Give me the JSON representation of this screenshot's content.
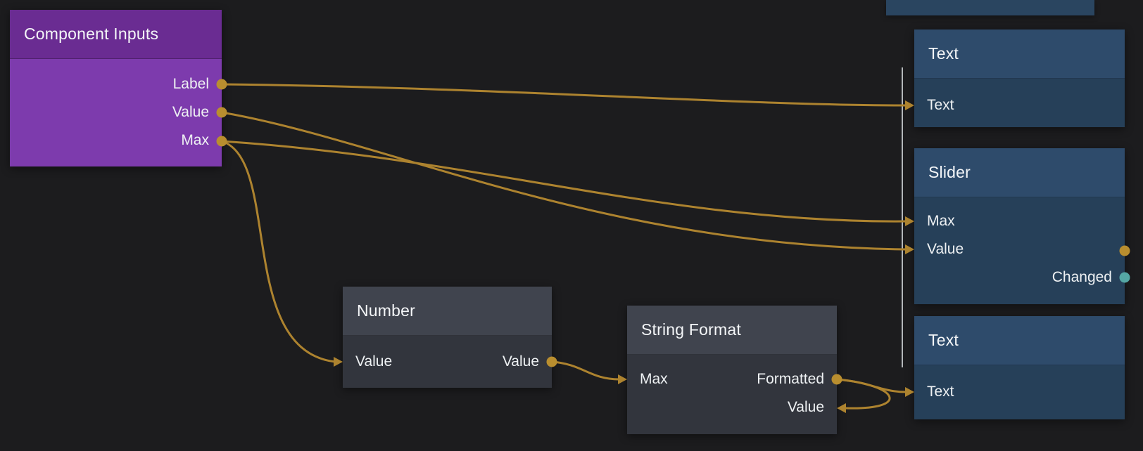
{
  "colors": {
    "background": "#1c1c1e",
    "wire": "#ad832f",
    "port_output": "#b98e2f",
    "port_changed": "#55a7a4",
    "node_purple_header": "#6a2c92",
    "node_purple_body": "#7d3bad",
    "node_gray_header": "#40444e",
    "node_gray_body": "#32353d",
    "node_blue_header": "#2e4b6b",
    "node_blue_body": "#264059"
  },
  "nodes": {
    "component_inputs": {
      "title": "Component Inputs",
      "outputs": {
        "label": "Label",
        "value": "Value",
        "max": "Max"
      }
    },
    "number": {
      "title": "Number",
      "inputs": {
        "value": "Value"
      },
      "outputs": {
        "value": "Value"
      }
    },
    "string_format": {
      "title": "String Format",
      "inputs": {
        "max": "Max",
        "value": "Value"
      },
      "outputs": {
        "formatted": "Formatted"
      }
    },
    "text_top": {
      "title": "Text",
      "inputs": {
        "text": "Text"
      }
    },
    "slider": {
      "title": "Slider",
      "inputs": {
        "max": "Max",
        "value": "Value"
      },
      "outputs": {
        "changed": "Changed"
      }
    },
    "text_bottom": {
      "title": "Text",
      "inputs": {
        "text": "Text"
      }
    }
  },
  "connections": [
    {
      "from": "Component Inputs.Label",
      "to": "Text (top).Text"
    },
    {
      "from": "Component Inputs.Value",
      "to": "Slider.Value"
    },
    {
      "from": "Component Inputs.Max",
      "to": "Slider.Max"
    },
    {
      "from": "Component Inputs.Max",
      "to": "Number.Value"
    },
    {
      "from": "Number.Value",
      "to": "String Format.Max"
    },
    {
      "from": "String Format.Formatted",
      "to": "Text (bottom).Text"
    },
    {
      "from": "String Format.Formatted",
      "to": "String Format.Value"
    }
  ]
}
